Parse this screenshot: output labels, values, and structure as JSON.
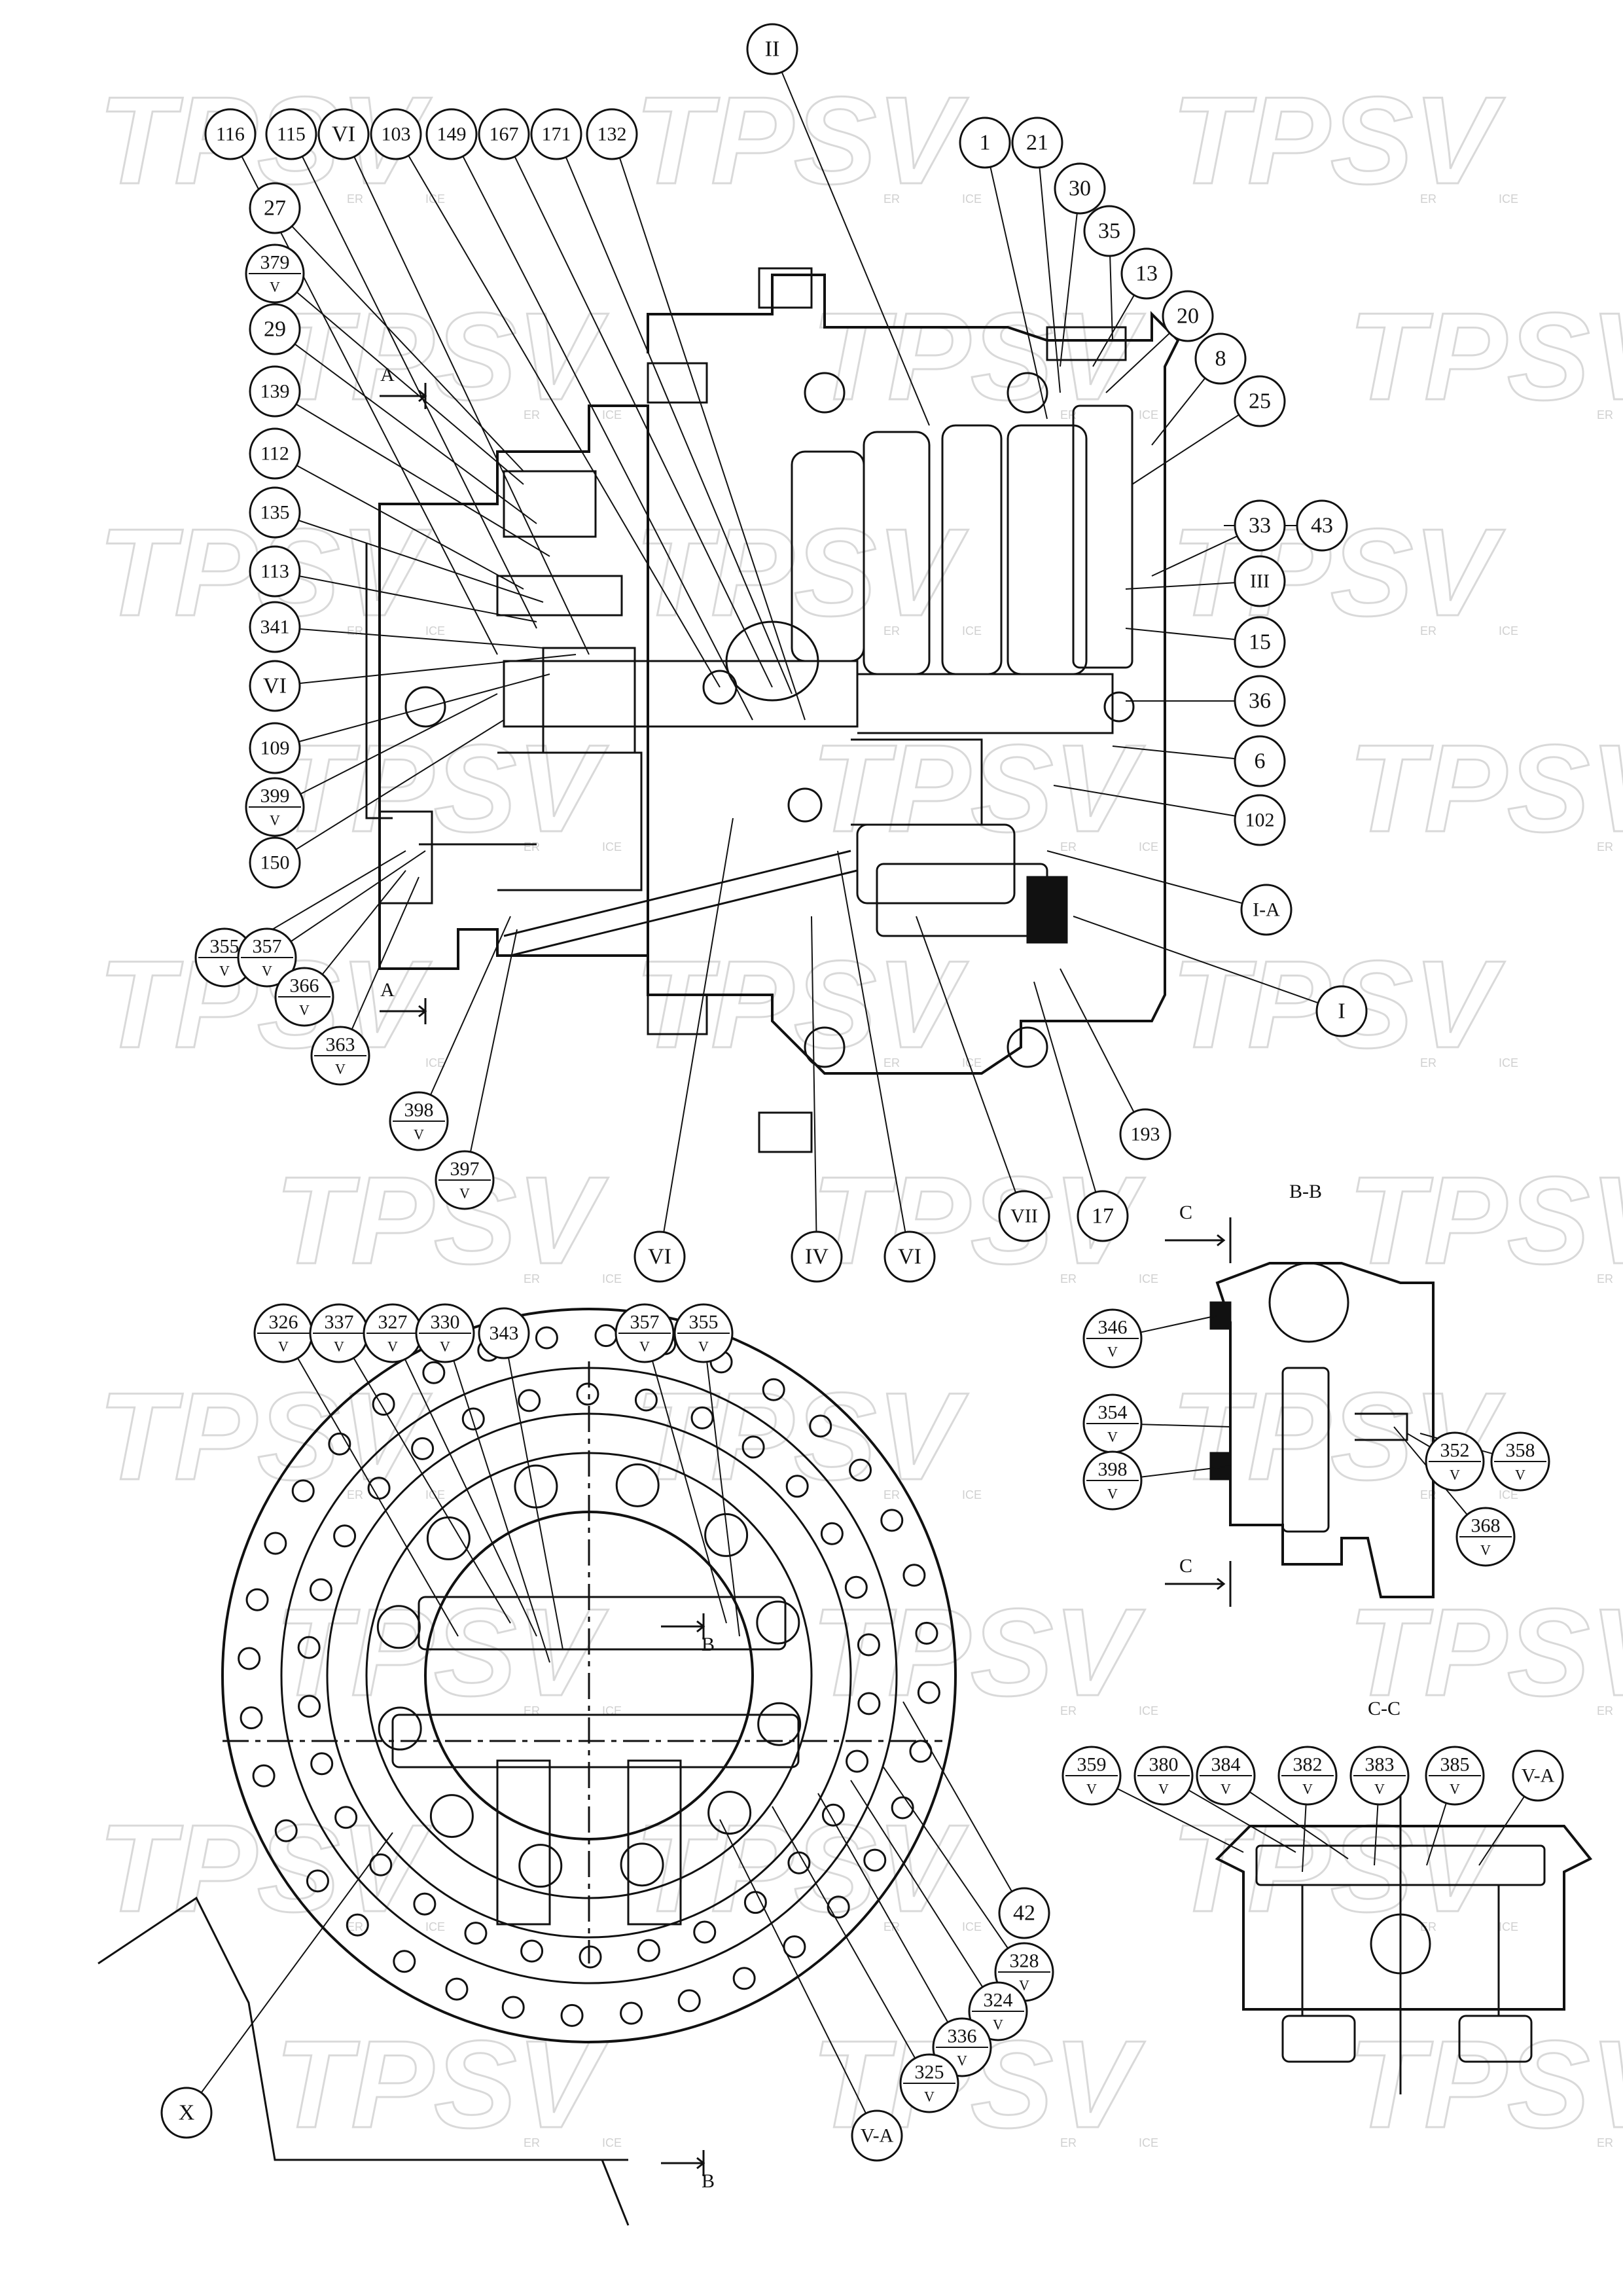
{
  "watermark": {
    "text": "TPSV",
    "small_left": "ER",
    "small_right": "ICE"
  },
  "views": {
    "bb": "B-B",
    "cc": "C-C",
    "section_a": "A",
    "section_b": "B",
    "section_c": "C"
  },
  "balloons_main": [
    "116",
    "115",
    "VI",
    "103",
    "149",
    "167",
    "171",
    "132",
    "II",
    "1",
    "21",
    "30",
    "35",
    "13",
    "20",
    "8",
    "25",
    "33",
    "43",
    "III",
    "15",
    "36",
    "6",
    "102",
    "I-A",
    "I",
    "193",
    "17",
    "VII",
    "VI",
    "IV",
    "VI",
    "27",
    "29",
    "139",
    "112",
    "135",
    "113",
    "341",
    "VI",
    "109",
    "150",
    "397",
    "398",
    "X",
    "V-A",
    "42",
    "328",
    "324",
    "336",
    "325",
    "326",
    "337",
    "327",
    "330",
    "343",
    "357",
    "355",
    "346",
    "354",
    "398",
    "352",
    "358",
    "368",
    "359",
    "380",
    "384",
    "382",
    "383",
    "385",
    "379",
    "399",
    "355",
    "357",
    "366",
    "363"
  ],
  "balloons": [
    {
      "t": "116"
    },
    {
      "t": "115"
    },
    {
      "t": "VI"
    },
    {
      "t": "103"
    },
    {
      "t": "149"
    },
    {
      "t": "167"
    },
    {
      "t": "171"
    },
    {
      "t": "132"
    },
    {
      "t": "II"
    },
    {
      "t": "1"
    },
    {
      "t": "21"
    },
    {
      "t": "30"
    },
    {
      "t": "35"
    },
    {
      "t": "13"
    },
    {
      "t": "20"
    },
    {
      "t": "8"
    },
    {
      "t": "25"
    },
    {
      "t": "33"
    },
    {
      "t": "43"
    },
    {
      "t": "III"
    },
    {
      "t": "15"
    },
    {
      "t": "36"
    },
    {
      "t": "6"
    },
    {
      "t": "102"
    },
    {
      "t": "I-A"
    },
    {
      "t": "I"
    },
    {
      "t": "193"
    },
    {
      "t": "17"
    },
    {
      "t": "VII"
    },
    {
      "t": "VI"
    },
    {
      "t": "IV"
    },
    {
      "t": "VI"
    },
    {
      "t": "27"
    },
    {
      "t": "379",
      "s": "V"
    },
    {
      "t": "29"
    },
    {
      "t": "139"
    },
    {
      "t": "112"
    },
    {
      "t": "135"
    },
    {
      "t": "113"
    },
    {
      "t": "341"
    },
    {
      "t": "VI"
    },
    {
      "t": "109"
    },
    {
      "t": "399",
      "s": "V"
    },
    {
      "t": "150"
    },
    {
      "t": "355",
      "s": "V"
    },
    {
      "t": "357",
      "s": "V"
    },
    {
      "t": "366",
      "s": "V"
    },
    {
      "t": "363",
      "s": "V"
    },
    {
      "t": "398",
      "s": "V"
    },
    {
      "t": "397",
      "s": "V"
    },
    {
      "t": "326",
      "s": "V"
    },
    {
      "t": "337",
      "s": "V"
    },
    {
      "t": "327",
      "s": "V"
    },
    {
      "t": "330",
      "s": "V"
    },
    {
      "t": "343"
    },
    {
      "t": "357",
      "s": "V"
    },
    {
      "t": "355",
      "s": "V"
    },
    {
      "t": "42"
    },
    {
      "t": "328",
      "s": "V"
    },
    {
      "t": "324",
      "s": "V"
    },
    {
      "t": "336",
      "s": "V"
    },
    {
      "t": "325",
      "s": "V"
    },
    {
      "t": "V-A"
    },
    {
      "t": "X"
    },
    {
      "t": "346",
      "s": "V"
    },
    {
      "t": "354",
      "s": "V"
    },
    {
      "t": "398",
      "s": "V"
    },
    {
      "t": "352",
      "s": "V"
    },
    {
      "t": "358",
      "s": "V"
    },
    {
      "t": "368",
      "s": "V"
    },
    {
      "t": "359",
      "s": "V"
    },
    {
      "t": "380",
      "s": "V"
    },
    {
      "t": "384",
      "s": "V"
    },
    {
      "t": "382",
      "s": "V"
    },
    {
      "t": "383",
      "s": "V"
    },
    {
      "t": "385",
      "s": "V"
    },
    {
      "t": "V-A"
    }
  ]
}
